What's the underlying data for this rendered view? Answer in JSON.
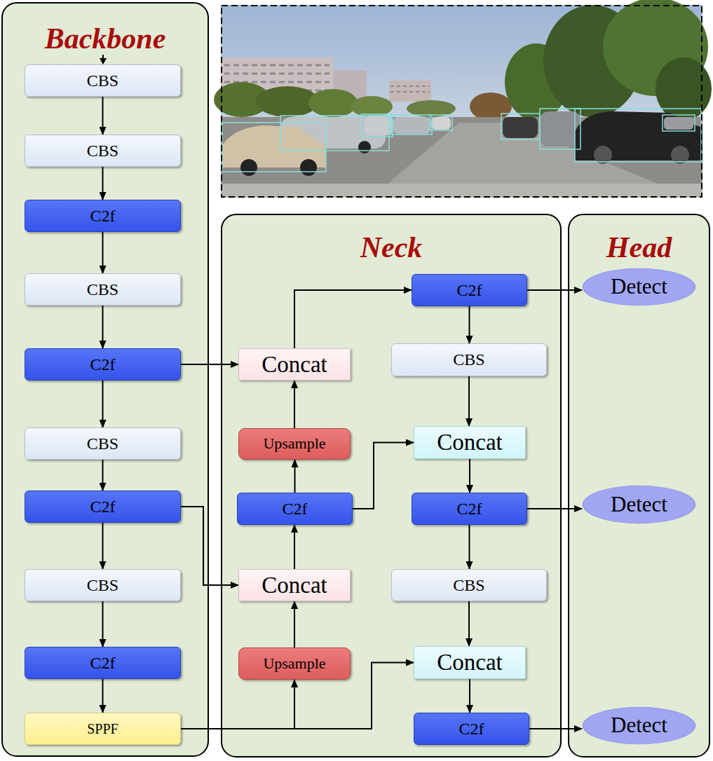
{
  "diagram": {
    "nodes": [
      {
        "text": [
          "Backbone"
        ]
      },
      {
        "text": [
          "CBS"
        ],
        "in": 0
      },
      {
        "text": [
          "CBS"
        ],
        "in": 0
      },
      {
        "text": [
          "C2f"
        ],
        "in": 0
      },
      {
        "text": [
          "CBS"
        ],
        "in": 0
      },
      {
        "text": [
          "C2f"
        ],
        "in": 0
      },
      {
        "text": [
          "CBS"
        ],
        "in": 0
      },
      {
        "text": [
          "C2f"
        ],
        "in": 0
      },
      {
        "text": [
          "CBS"
        ],
        "in": 0
      },
      {
        "text": [
          "C2f"
        ],
        "in": 0
      },
      {
        "text": [
          "SPPF"
        ],
        "in": 0
      },
      {
        "text": [
          "Neck"
        ]
      },
      {
        "text": [
          "C2f"
        ],
        "in": 11
      },
      {
        "text": [
          "Concat"
        ],
        "in": 11
      },
      {
        "text": [
          "CBS"
        ],
        "in": 11
      },
      {
        "text": [
          "Upsample"
        ],
        "in": 11
      },
      {
        "text": [
          "Concat"
        ],
        "in": 11
      },
      {
        "text": [
          "C2f"
        ],
        "in": 11
      },
      {
        "text": [
          "C2f"
        ],
        "in": 11
      },
      {
        "text": [
          "Concat"
        ],
        "in": 11
      },
      {
        "text": [
          "CBS"
        ],
        "in": 11
      },
      {
        "text": [
          "Upsample"
        ],
        "in": 11
      },
      {
        "text": [
          "Concat"
        ],
        "in": 11
      },
      {
        "text": [
          "C2f"
        ],
        "in": 11
      },
      {
        "text": [
          "Head"
        ]
      },
      {
        "text": [
          "Detect"
        ],
        "in": 24
      },
      {
        "text": [
          "Detect"
        ],
        "in": 24
      },
      {
        "text": [
          "Detect"
        ],
        "in": 24
      }
    ],
    "edges": [
      {
        "from": 1,
        "to": 2,
        "arrow": "to"
      },
      {
        "from": 2,
        "to": 3,
        "arrow": "to"
      },
      {
        "from": 3,
        "to": 4,
        "arrow": "to"
      },
      {
        "from": 4,
        "to": 5,
        "arrow": "to"
      },
      {
        "from": 5,
        "to": 6,
        "arrow": "to"
      },
      {
        "from": 6,
        "to": 7,
        "arrow": "to"
      },
      {
        "from": 7,
        "to": 8,
        "arrow": "to"
      },
      {
        "from": 8,
        "to": 9,
        "arrow": "to"
      },
      {
        "from": 9,
        "to": 10,
        "arrow": "to"
      },
      {
        "from": 5,
        "to": 13,
        "arrow": "to"
      },
      {
        "from": 7,
        "to": 19,
        "arrow": "to"
      },
      {
        "from": 10,
        "to": 21,
        "arrow": "to"
      },
      {
        "from": 10,
        "to": 22,
        "arrow": "to"
      },
      {
        "from": 21,
        "to": 19,
        "arrow": "to"
      },
      {
        "from": 19,
        "to": 17,
        "arrow": "to"
      },
      {
        "from": 17,
        "to": 15,
        "arrow": "to"
      },
      {
        "from": 15,
        "to": 13,
        "arrow": "to"
      },
      {
        "from": 13,
        "to": 12,
        "arrow": "to"
      },
      {
        "from": 17,
        "to": 16,
        "arrow": "to"
      },
      {
        "from": 12,
        "to": 14,
        "arrow": "to"
      },
      {
        "from": 14,
        "to": 16,
        "arrow": "to"
      },
      {
        "from": 16,
        "to": 18,
        "arrow": "to"
      },
      {
        "from": 18,
        "to": 20,
        "arrow": "to"
      },
      {
        "from": 20,
        "to": 22,
        "arrow": "to"
      },
      {
        "from": 22,
        "to": 23,
        "arrow": "to"
      },
      {
        "from": 12,
        "to": 25,
        "arrow": "to"
      },
      {
        "from": 18,
        "to": 26,
        "arrow": "to"
      },
      {
        "from": 23,
        "to": 27,
        "arrow": "to"
      }
    ]
  }
}
